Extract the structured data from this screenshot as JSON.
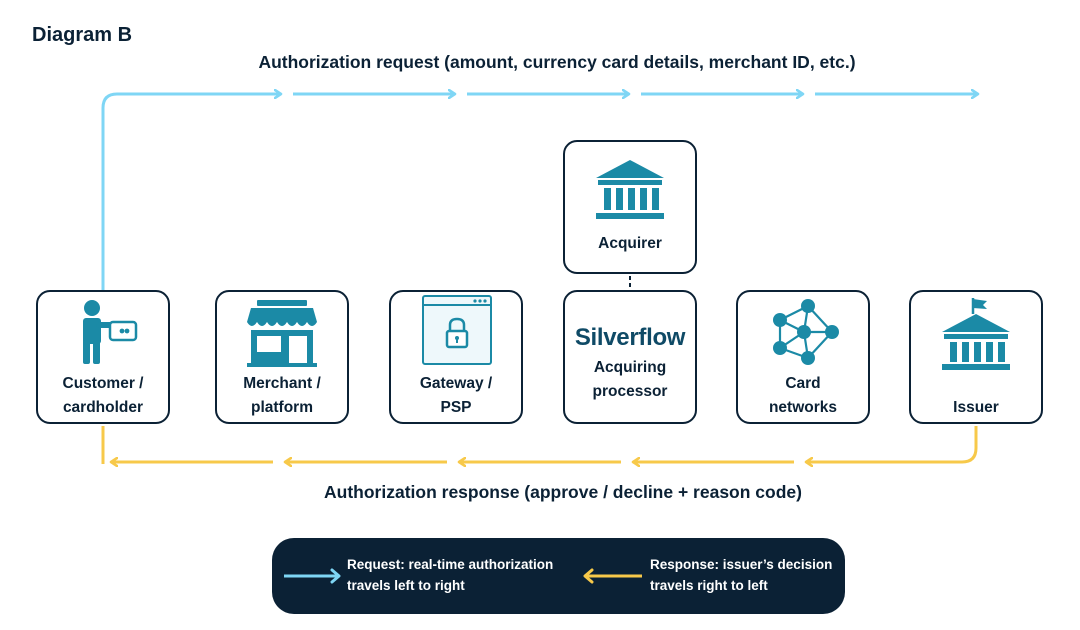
{
  "title": "Diagram B",
  "flows": {
    "request_label": "Authorization request (amount, currency card details, merchant ID, etc.)",
    "response_label": "Authorization response (approve / decline + reason code)"
  },
  "nodes": {
    "customer": {
      "line1": "Customer /",
      "line2": "cardholder"
    },
    "merchant": {
      "line1": "Merchant /",
      "line2": "platform"
    },
    "gateway": {
      "line1": "Gateway /",
      "line2": "PSP"
    },
    "processor": {
      "brand": "Silverflow",
      "line1": "Acquiring",
      "line2": "processor"
    },
    "networks": {
      "line1": "Card",
      "line2": "networks"
    },
    "issuer": {
      "line1": "Issuer"
    },
    "acquirer": {
      "line1": "Acquirer"
    }
  },
  "legend": {
    "request_line1": "Request: real-time authorization",
    "request_line2": "travels left to right",
    "response_line1": "Response: issuer’s decision",
    "response_line2": "travels right to left"
  },
  "colors": {
    "request": "#7fd6f5",
    "response": "#f7c94a",
    "icon": "#1b8aa6",
    "navy": "#0b2135"
  }
}
